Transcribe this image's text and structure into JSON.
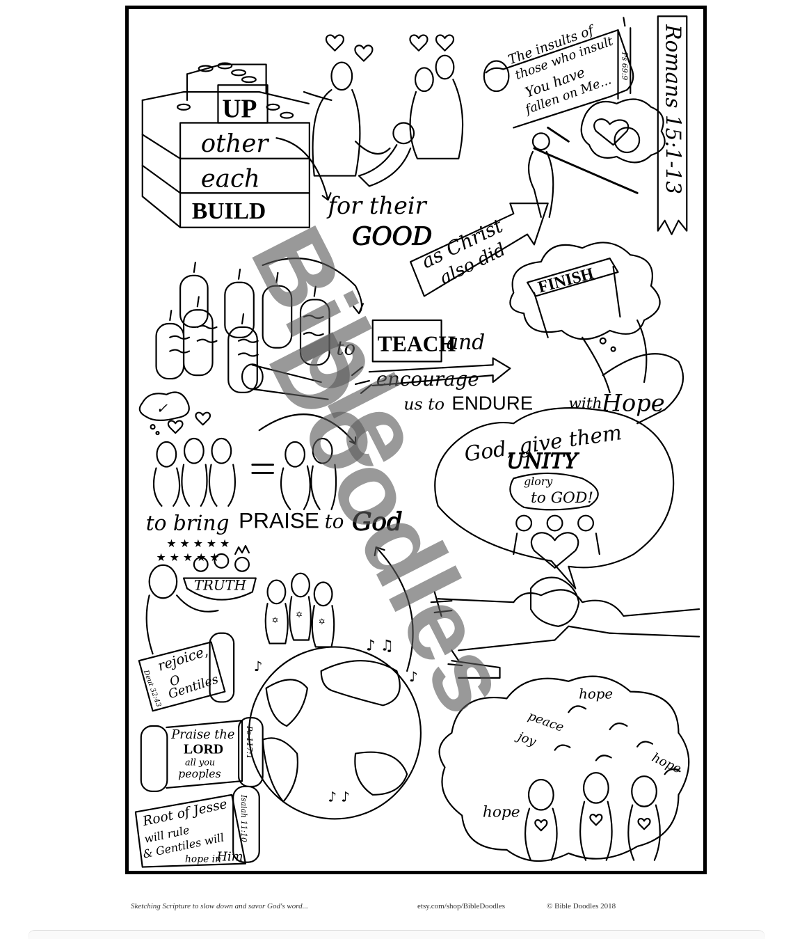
{
  "page": {
    "reference": "Romans 15:1-13",
    "blocks": [
      "UP",
      "other",
      "each",
      "BUILD"
    ],
    "for_their": "for their",
    "good": "GOOD",
    "christ_arrow": [
      "as Christ",
      "also did"
    ],
    "insults_scroll": [
      "The insults of",
      "those who insult",
      "You have",
      "fallen on Me..."
    ],
    "insults_ref": "Ps 69:9",
    "finish_banner": "FINISH",
    "teach_line": {
      "to": "to",
      "teach": "TEACH",
      "and": "and"
    },
    "encourage": "encourage",
    "endure_line": {
      "prefix": "us to",
      "endure": "ENDURE",
      "with": "with",
      "hope": "Hope"
    },
    "unity_bubble": [
      "God, give them",
      "UNITY"
    ],
    "glory_bubble": [
      "glory",
      "to GOD!"
    ],
    "praise_line": {
      "to_bring": "to bring",
      "praise": "PRAISE",
      "to": "to",
      "god": "God"
    },
    "truth_label": "TRUTH",
    "scroll_rejoice": [
      "rejoice,",
      "O",
      "Gentiles"
    ],
    "scroll_rejoice_ref": "Deut 32:43",
    "scroll_praise": [
      "Praise the",
      "LORD",
      "all you",
      "peoples"
    ],
    "scroll_praise_ref": "Ps 117:1",
    "scroll_jesse": [
      "Root of Jesse",
      "will rule",
      "& Gentiles will",
      "hope in",
      "Him"
    ],
    "scroll_jesse_ref": "Isaiah 11:10",
    "hope_cloud": [
      "hope",
      "peace",
      "joy",
      "hope",
      "hope"
    ],
    "watermark": [
      "Bible",
      "Doodles"
    ]
  },
  "footer": {
    "tagline": "Sketching Scripture to slow down and savor God's word...",
    "shop": "etsy.com/shop/BibleDoodles",
    "copyright": "© Bible Doodles 2018"
  }
}
